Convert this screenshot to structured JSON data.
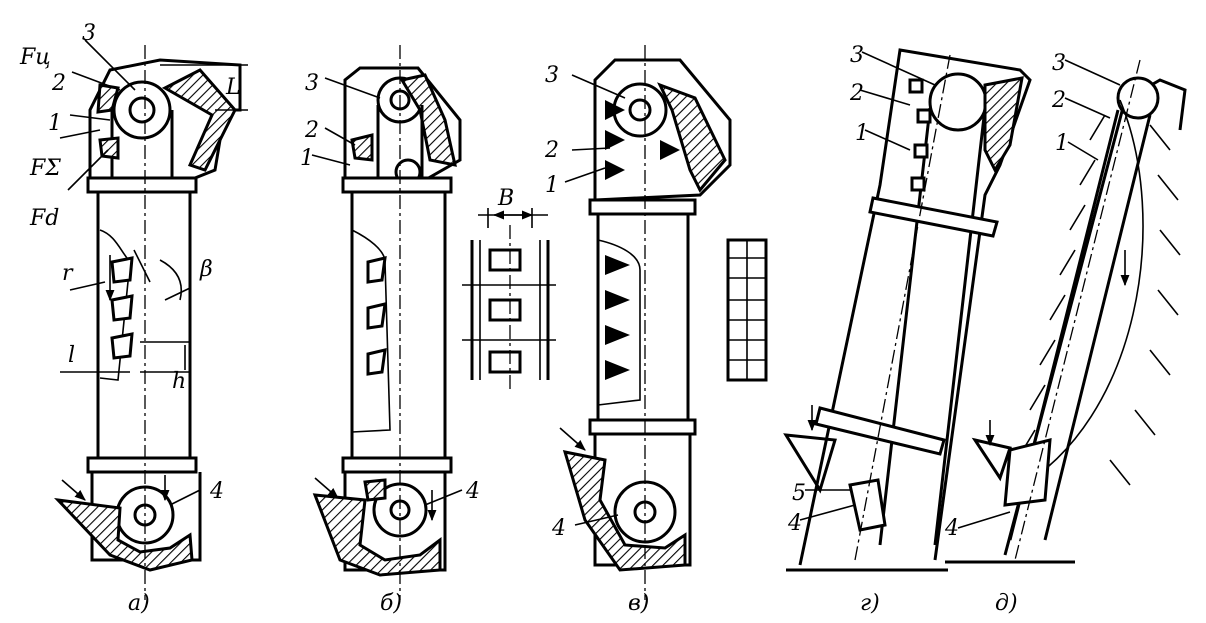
{
  "figure": {
    "panels": [
      {
        "id": "a",
        "caption": "а)",
        "labels": [
          "3",
          "Fц",
          "2",
          "1",
          "FΣ",
          "Fd",
          "r",
          "β",
          "l",
          "h",
          "L",
          "4"
        ]
      },
      {
        "id": "b",
        "caption": "б)",
        "labels": [
          "3",
          "2",
          "1",
          "4"
        ]
      },
      {
        "id": "chain",
        "labels": [
          "B"
        ]
      },
      {
        "id": "v",
        "caption": "в)",
        "labels": [
          "3",
          "2",
          "1",
          "4"
        ]
      },
      {
        "id": "g",
        "caption": "г)",
        "labels": [
          "3",
          "2",
          "1",
          "5",
          "4"
        ]
      },
      {
        "id": "d",
        "caption": "д)",
        "labels": [
          "3",
          "2",
          "1",
          "4"
        ]
      }
    ]
  }
}
